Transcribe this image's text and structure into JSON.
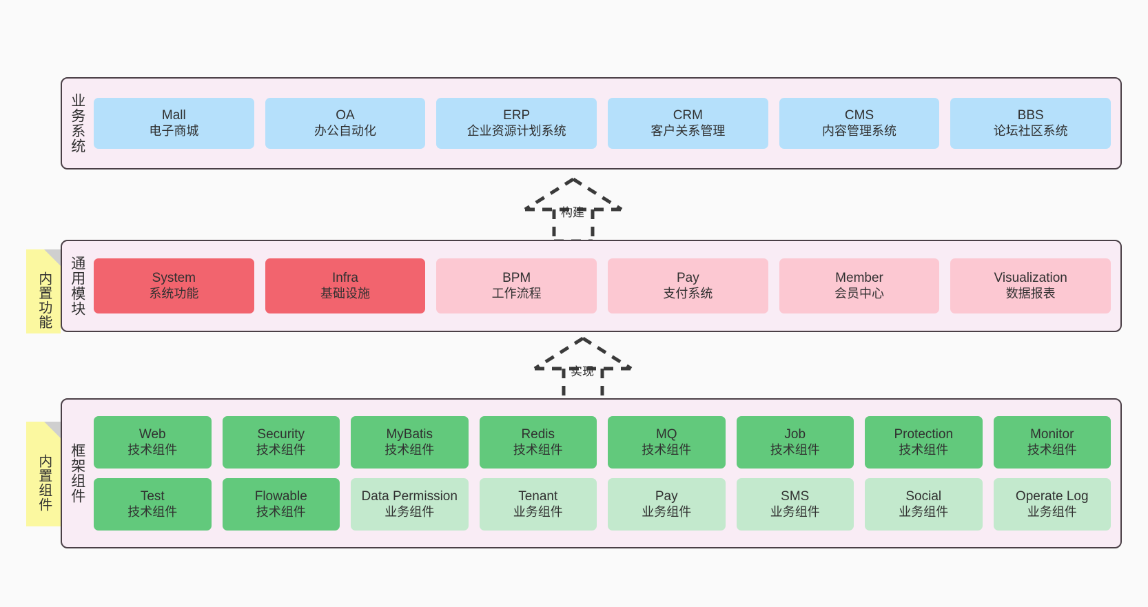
{
  "layers": [
    {
      "id": "business",
      "title": "业务系统",
      "rows": [
        {
          "nodes": [
            {
              "en": "Mall",
              "cn": "电子商城",
              "color": "blue"
            },
            {
              "en": "OA",
              "cn": "办公自动化",
              "color": "blue"
            },
            {
              "en": "ERP",
              "cn": "企业资源计划系统",
              "color": "blue"
            },
            {
              "en": "CRM",
              "cn": "客户关系管理",
              "color": "blue"
            },
            {
              "en": "CMS",
              "cn": "内容管理系统",
              "color": "blue"
            },
            {
              "en": "BBS",
              "cn": "论坛社区系统",
              "color": "blue"
            }
          ]
        }
      ]
    },
    {
      "id": "common",
      "title": "通用模块",
      "rows": [
        {
          "nodes": [
            {
              "en": "System",
              "cn": "系统功能",
              "color": "red"
            },
            {
              "en": "Infra",
              "cn": "基础设施",
              "color": "red"
            },
            {
              "en": "BPM",
              "cn": "工作流程",
              "color": "pink"
            },
            {
              "en": "Pay",
              "cn": "支付系统",
              "color": "pink"
            },
            {
              "en": "Member",
              "cn": "会员中心",
              "color": "pink"
            },
            {
              "en": "Visualization",
              "cn": "数据报表",
              "color": "pink"
            }
          ]
        }
      ]
    },
    {
      "id": "framework",
      "title": "框架组件",
      "rows": [
        {
          "nodes": [
            {
              "en": "Web",
              "cn": "技术组件",
              "color": "green"
            },
            {
              "en": "Security",
              "cn": "技术组件",
              "color": "green"
            },
            {
              "en": "MyBatis",
              "cn": "技术组件",
              "color": "green"
            },
            {
              "en": "Redis",
              "cn": "技术组件",
              "color": "green"
            },
            {
              "en": "MQ",
              "cn": "技术组件",
              "color": "green"
            },
            {
              "en": "Job",
              "cn": "技术组件",
              "color": "green"
            },
            {
              "en": "Protection",
              "cn": "技术组件",
              "color": "green"
            },
            {
              "en": "Monitor",
              "cn": "技术组件",
              "color": "green"
            }
          ]
        },
        {
          "nodes": [
            {
              "en": "Test",
              "cn": "技术组件",
              "color": "green"
            },
            {
              "en": "Flowable",
              "cn": "技术组件",
              "color": "green"
            },
            {
              "en": "Data Permission",
              "cn": "业务组件",
              "color": "lightgreen"
            },
            {
              "en": "Tenant",
              "cn": "业务组件",
              "color": "lightgreen"
            },
            {
              "en": "Pay",
              "cn": "业务组件",
              "color": "lightgreen"
            },
            {
              "en": "SMS",
              "cn": "业务组件",
              "color": "lightgreen"
            },
            {
              "en": "Social",
              "cn": "业务组件",
              "color": "lightgreen"
            },
            {
              "en": "Operate Log",
              "cn": "业务组件",
              "color": "lightgreen"
            }
          ]
        }
      ]
    }
  ],
  "sticky_notes": [
    {
      "id": "builtin-features",
      "label": "内置功能"
    },
    {
      "id": "builtin-components",
      "label": "内置组件"
    }
  ],
  "arrows": [
    {
      "id": "build",
      "label": "构建"
    },
    {
      "id": "implement",
      "label": "实现"
    }
  ],
  "colors": {
    "panel_bg": "#f9ecf5",
    "panel_border": "#4a3f46",
    "blue": "#b5e0fb",
    "red": "#f2646e",
    "pink": "#fcc8d2",
    "green": "#62c97c",
    "lightgreen": "#c3e9cd",
    "sticky": "#fbf8a0",
    "sticky_fold": "#cfcfcf",
    "canvas_bg": "#fafafa",
    "text": "#303030"
  }
}
